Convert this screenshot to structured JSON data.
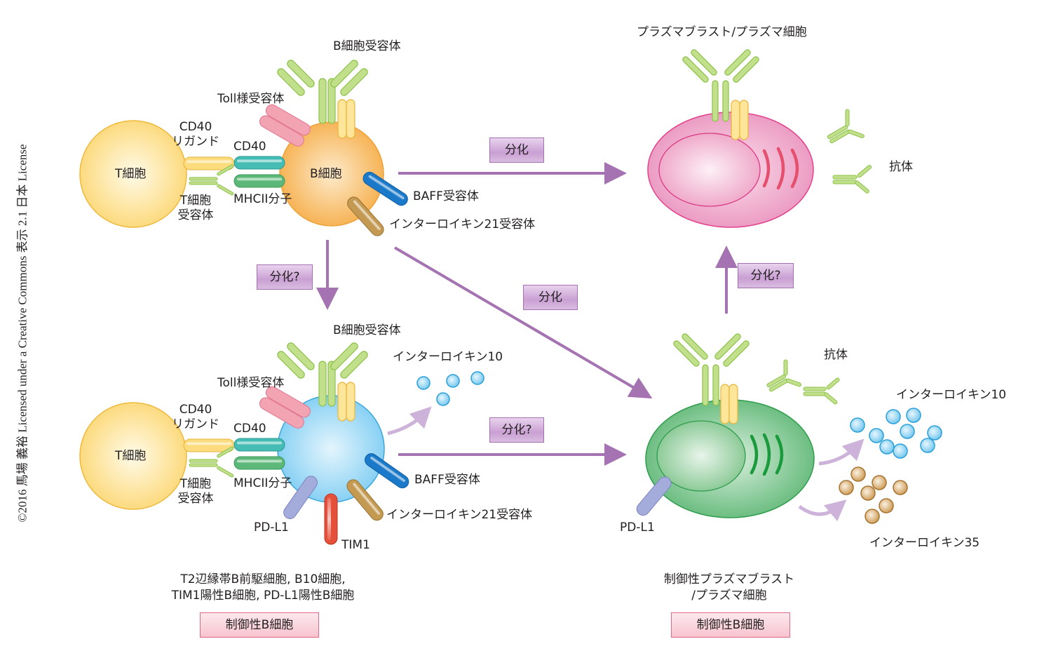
{
  "copyright": "©2016 馬場 義裕 Licensed under a Creative Commons 表示 2.1 日本 License",
  "colors": {
    "arrow": "#a573b1",
    "arrow_light": "#cdb3da",
    "t_cell": "#fbd36b",
    "b_cell": "#f6b04e",
    "breg_cell": "#8fd3f4",
    "plasma_cell": "#e8559a",
    "breg_plasma_cell": "#4fb36a",
    "bcr": "#9ccd4f",
    "cd79": "#fbd36b",
    "tlr": "#ee8ea0",
    "cd40": "#3cb8b0",
    "mhc2": "#4fae6b",
    "baffr": "#1777c6",
    "il21r": "#b8893a",
    "pdl1": "#9aa3d6",
    "tim1": "#e0432e",
    "il10": "#5fbde8",
    "il35": "#c89a52"
  },
  "top_row": {
    "t_cell": "T細胞",
    "b_cell": "B細胞",
    "bcr": "B細胞受容体",
    "tlr": "Toll様受容体",
    "cd40l": [
      "CD40",
      "リガンド"
    ],
    "cd40": "CD40",
    "tcr": [
      "T細胞",
      "受容体"
    ],
    "mhc2": "MHCII分子",
    "baffr": "BAFF受容体",
    "il21r": "インターロイキン21受容体",
    "plasma_title": "プラズマブラスト/プラズマ細胞",
    "antibody": "抗体"
  },
  "bottom_row": {
    "t_cell": "T細胞",
    "bcr": "B細胞受容体",
    "tlr": "Toll様受容体",
    "cd40l": [
      "CD40",
      "リガンド"
    ],
    "cd40": "CD40",
    "tcr": [
      "T細胞",
      "受容体"
    ],
    "mhc2": "MHCII分子",
    "baffr": "BAFF受容体",
    "il21r": "インターロイキン21受容体",
    "pdl1": "PD-L1",
    "tim1": "TIM1",
    "il10": "インターロイキン10",
    "breg_desc": [
      "T2辺縁帯B前駆細胞, B10細胞,",
      "TIM1陽性B細胞, PD-L1陽性B細胞"
    ],
    "breg_tag": "制御性B細胞",
    "reg_plasma_antibody": "抗体",
    "reg_plasma_il10": "インターロイキン10",
    "reg_plasma_il35": "インターロイキン35",
    "reg_plasma_pdl1": "PD-L1",
    "reg_plasma_desc": [
      "制御性プラズマブラスト",
      "/プラズマ細胞"
    ],
    "reg_plasma_tag": "制御性B細胞"
  },
  "arrows": {
    "b_to_plasma": "分化",
    "b_to_breg": "分化?",
    "b_to_reg_plasma": "分化",
    "breg_to_reg_plasma": "分化?",
    "reg_plasma_to_plasma": "分化?"
  }
}
